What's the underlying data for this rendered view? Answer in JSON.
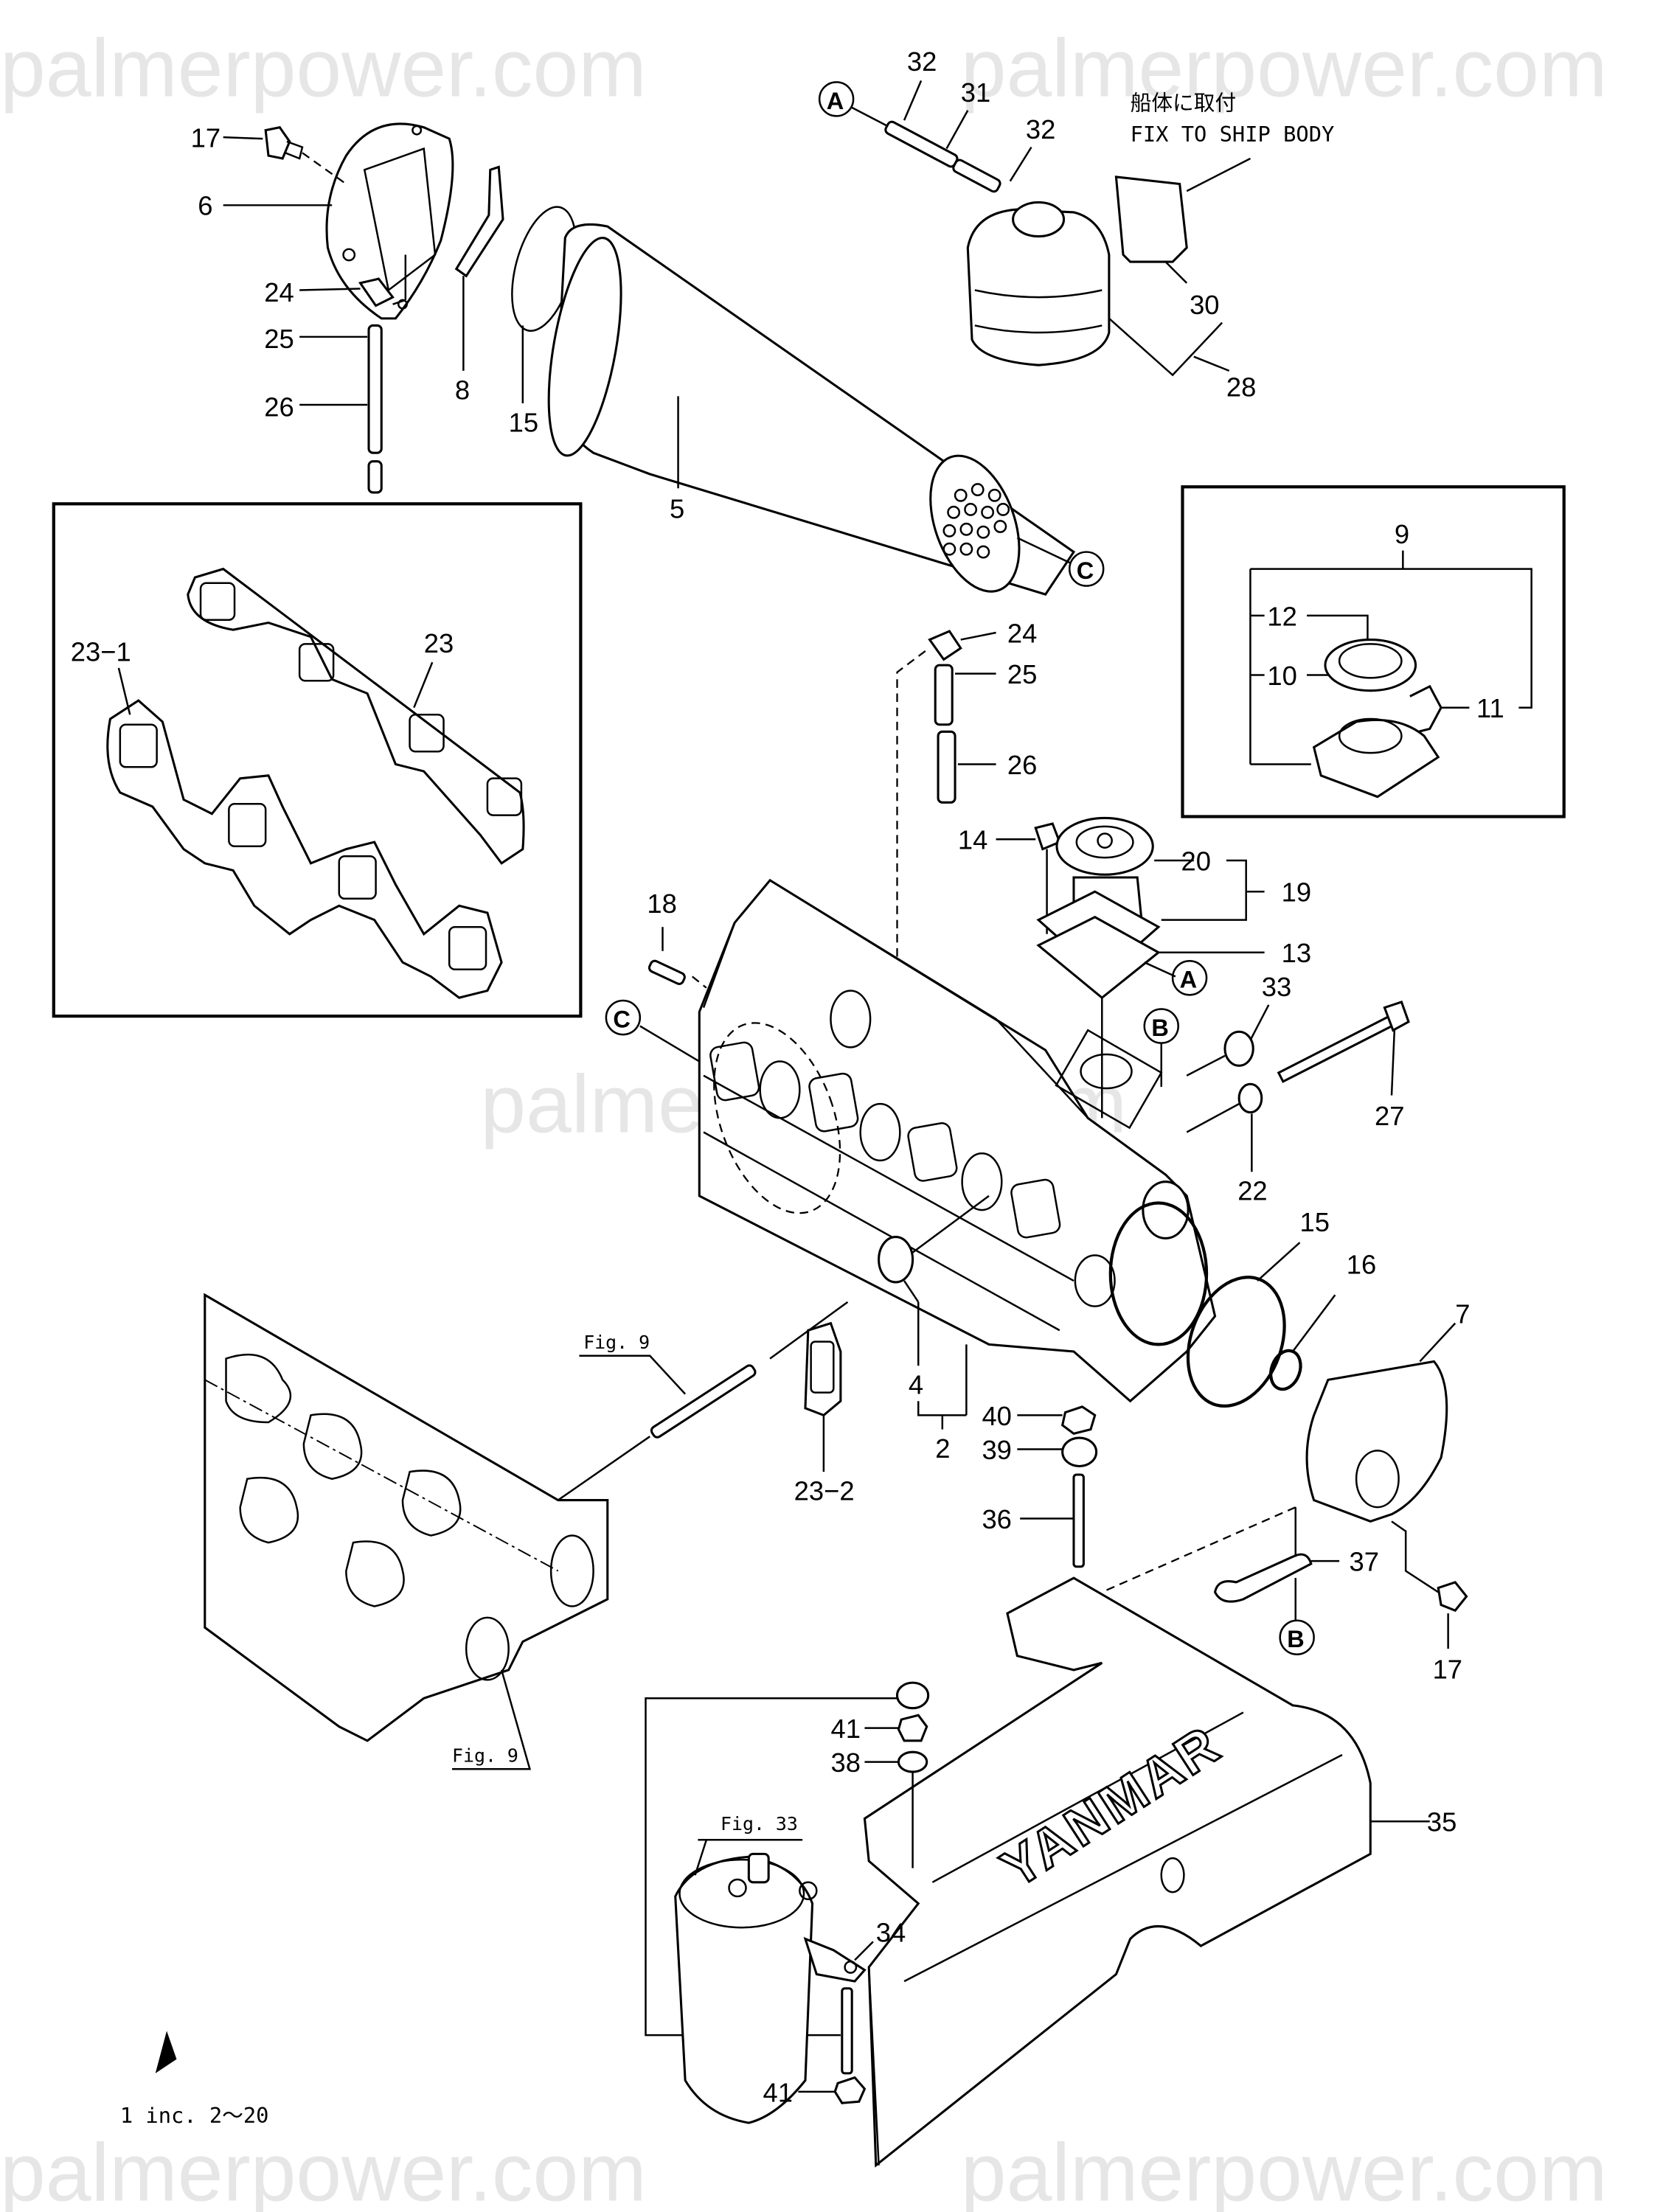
{
  "watermark": {
    "text": "palmerpower.com"
  },
  "note": {
    "japanese": "船体に取付",
    "english": "FIX TO SHIP BODY"
  },
  "footnote": "1 inc. 2～20",
  "brand_text": "YANMAR",
  "figure_refs": {
    "fig9_upper": "Fig. 9",
    "fig9_lower": "Fig. 9",
    "fig33": "Fig. 33"
  },
  "connectors": {
    "A_top": "A",
    "A_mid": "A",
    "B_mid": "B",
    "B_low": "B",
    "C_top": "C",
    "C_left": "C"
  },
  "parts": {
    "p17_top": "17",
    "p6": "6",
    "p24_left": "24",
    "p25_left": "25",
    "p26_left": "26",
    "p8": "8",
    "p15_top": "15",
    "p5": "5",
    "p32_a": "32",
    "p31": "31",
    "p32_b": "32",
    "p30": "30",
    "p28": "28",
    "p23_1": "23−1",
    "p23": "23",
    "p9": "9",
    "p12": "12",
    "p10": "10",
    "p11": "11",
    "p24_mid": "24",
    "p25_mid": "25",
    "p26_mid": "26",
    "p14": "14",
    "p20": "20",
    "p19": "19",
    "p13": "13",
    "p18": "18",
    "p33": "33",
    "p27": "27",
    "p22": "22",
    "p15_low": "15",
    "p16": "16",
    "p7": "7",
    "p4": "4",
    "p2": "2",
    "p23_2": "23−2",
    "p40": "40",
    "p39": "39",
    "p36": "36",
    "p37": "37",
    "p17_low": "17",
    "p41_top": "41",
    "p38": "38",
    "p35": "35",
    "p34": "34",
    "p41_bottom": "41"
  }
}
